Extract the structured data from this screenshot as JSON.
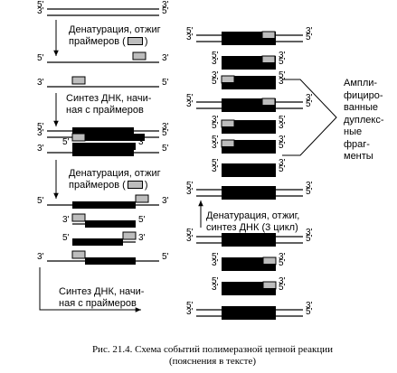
{
  "strand_ends": {
    "five": "5'",
    "three": "3'"
  },
  "steps": {
    "step1_line1": "Денатурация, отжиг",
    "step1_line2_prefix": "праймеров (",
    "step1_line2_suffix": ")",
    "step2_line1": "Синтез ДНК, начи-",
    "step2_line2": "ная с праймеров",
    "step3_line1": "Денатурация, отжиг",
    "step3_line2_prefix": "праймеров (",
    "step3_line2_suffix": ")",
    "step4_line1": "Синтез ДНК, начи-",
    "step4_line2": "ная с праймеров",
    "cycle3_line1": "Денатурация, отжиг,",
    "cycle3_line2": "синтез ДНК (3 цикл)"
  },
  "side_note": [
    "Ампли-",
    "фициро-",
    "ванные",
    "дуплекс-",
    "ные",
    "фраг-",
    "менты"
  ],
  "caption": {
    "line1": "Рис. 21.4. Схема событий полимеразной цепной реакции",
    "line2": "(пояснения в тексте)"
  },
  "colors": {
    "target": "#000000",
    "primer": "#bdbdbd",
    "strand": "#000000"
  }
}
